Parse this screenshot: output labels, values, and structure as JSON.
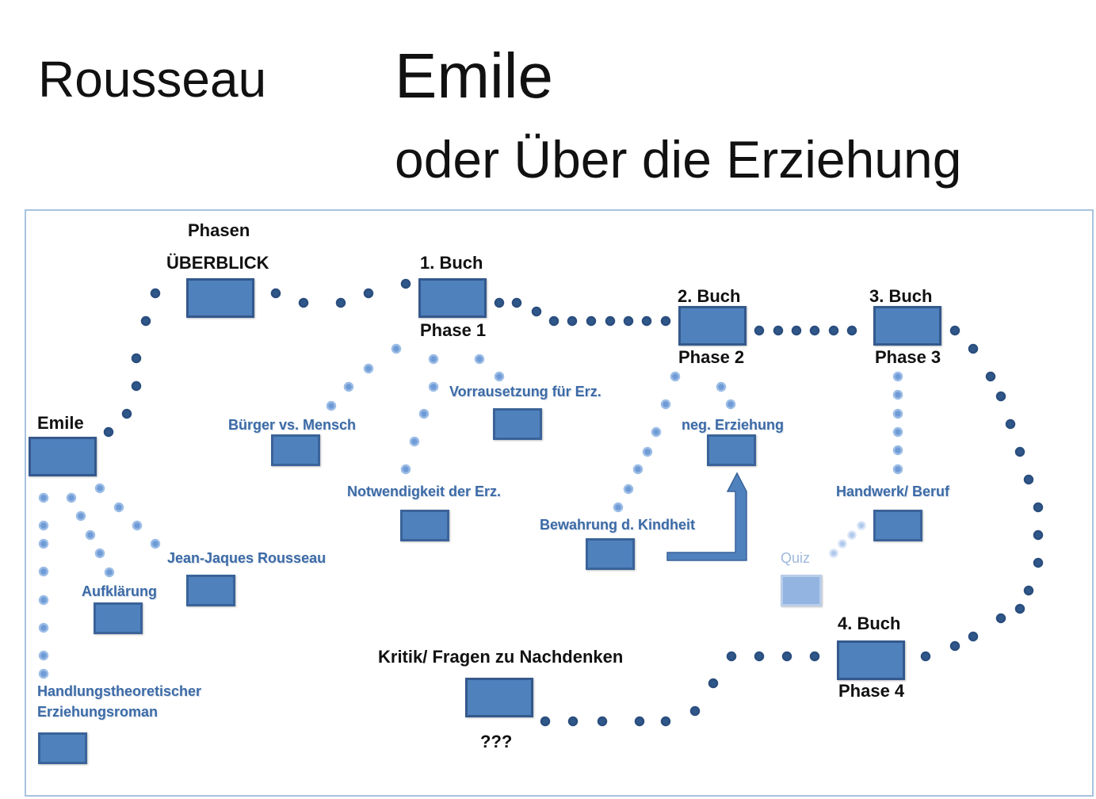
{
  "header": {
    "author": "Rousseau",
    "title": "Emile",
    "subtitle": "oder Über die Erziehung"
  },
  "nodes": {
    "phasen": "Phasen",
    "ueberblick": "ÜBERBLICK",
    "buch1": "1. Buch",
    "phase1": "Phase 1",
    "buch2": "2. Buch",
    "phase2": "Phase 2",
    "buch3": "3. Buch",
    "phase3": "Phase 3",
    "buch4": "4. Buch",
    "phase4": "Phase 4",
    "emile": "Emile",
    "kritik": "Kritik/ Fragen zu Nachdenken",
    "fragezeichen": "???"
  },
  "topics": {
    "buerger_mensch": "Bürger vs. Mensch",
    "vorraussetzung": "Vorrausetzung für Erz.",
    "notwendigkeit": "Notwendigkeit  der Erz.",
    "neg_erziehung": "neg. Erziehung",
    "bewahrung": "Bewahrung d. Kindheit",
    "handwerk": "Handwerk/ Beruf",
    "quiz": "Quiz",
    "rousseau": "Jean-Jaques Rousseau",
    "aufklaerung": "Aufklärung",
    "roman_line1": "Handlungstheoretischer",
    "roman_line2": "Erziehungsroman"
  },
  "colors": {
    "box_fill": "#4f81bd",
    "box_border": "#3a6399",
    "dot_dark": "#2f578a",
    "dot_light": "#6f9bd6",
    "topic_text": "#3b6aa6",
    "frame_border": "#a8c2e0"
  }
}
